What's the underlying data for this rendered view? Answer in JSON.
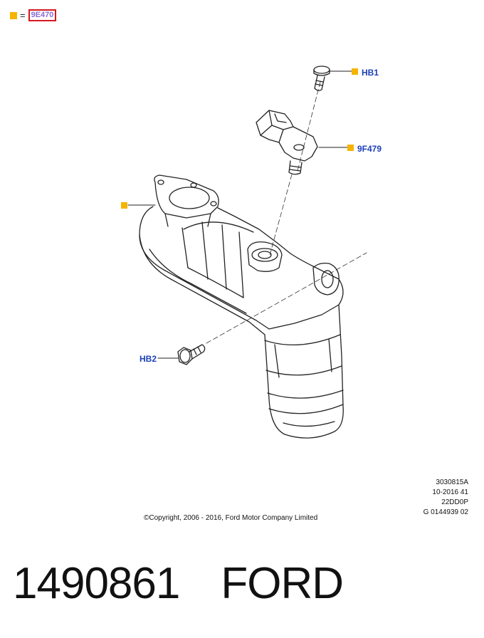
{
  "legend": {
    "equals": "=",
    "reference": "9E470"
  },
  "callouts": {
    "hb1": "HB1",
    "part_9f479": "9F479",
    "hb2": "HB2"
  },
  "meta": [
    "3030815A",
    "10-2016 41",
    "22DD0P",
    "G 0144939 02"
  ],
  "copyright": "©Copyright, 2006 - 2016, Ford Motor Company Limited",
  "footer": {
    "part_number": "1490861",
    "brand": "FORD"
  },
  "colors": {
    "marker": "#f5b400",
    "callout_text": "#1e3fb8",
    "ref_border": "#d4181f"
  }
}
